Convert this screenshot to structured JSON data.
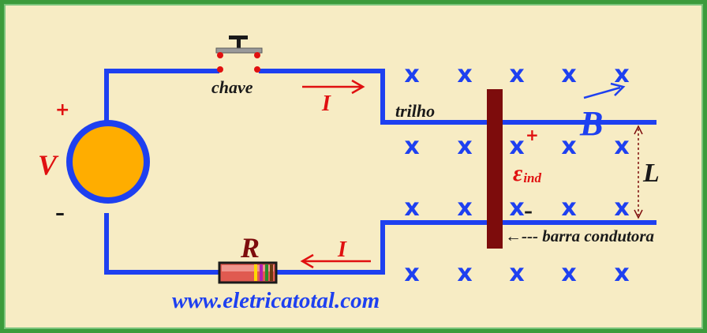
{
  "labels": {
    "switch": "chave",
    "rail": "trilho",
    "voltage": "V",
    "plus": "+",
    "minus": "–",
    "current": "I",
    "resistor": "R",
    "field": "B",
    "emf_symbol": "ε",
    "emf_subscript": "ind",
    "length": "L",
    "bar": "←--- barra condutora",
    "field_mark": "x",
    "website": "www.eletricatotal.com"
  },
  "colors": {
    "background": "#f7ecc4",
    "border": "#3c9b3c",
    "wire": "#1e40f0",
    "source": "#ffad00",
    "accent_red": "#e01010",
    "bar": "#7d0c0c",
    "text_dark": "#1a1a1a"
  }
}
